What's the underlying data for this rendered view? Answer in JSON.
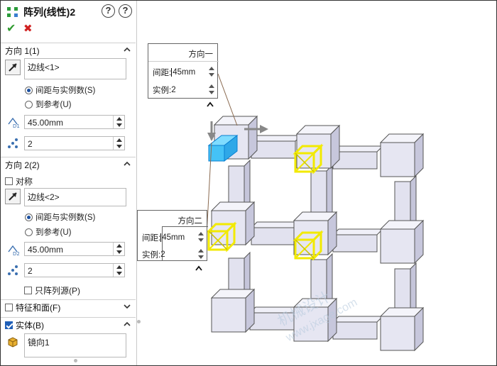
{
  "panel": {
    "title": "阵列(线性)2",
    "help1": "?",
    "help2": "?",
    "ok": "✔",
    "cancel": "✖"
  },
  "dir1": {
    "header": "方向 1(1)",
    "edge": "边线<1>",
    "radio1": "间距与实例数(S)",
    "radio2": "到参考(U)",
    "spacing": "45.00mm",
    "count": "2"
  },
  "dir2": {
    "header": "方向 2(2)",
    "symmetric": "对称",
    "edge": "边线<2>",
    "radio1": "间距与实例数(S)",
    "radio2": "到参考(U)",
    "spacing": "45.00mm",
    "count": "2",
    "seed_only": "只阵列源(P)"
  },
  "features": {
    "header": "特征和面(F)"
  },
  "bodies": {
    "header": "实体(B)",
    "item": "镜向1"
  },
  "callout1": {
    "title": "方向一",
    "spacing_label": "间距:",
    "spacing": "45mm",
    "count_label": "实例:",
    "count": "2"
  },
  "callout2": {
    "title": "方向二",
    "spacing_label": "间距:",
    "spacing": "45mm",
    "count_label": "实例:",
    "count": "2"
  },
  "watermark": {
    "line1": "机械设计",
    "line2": "www.jxage.com"
  },
  "colors": {
    "accent": "#1f5fb8",
    "cube_face": "#ececf6",
    "cube_side": "#c9c9df",
    "highlight": "#33b8f0",
    "preview": "#f0ec00"
  }
}
